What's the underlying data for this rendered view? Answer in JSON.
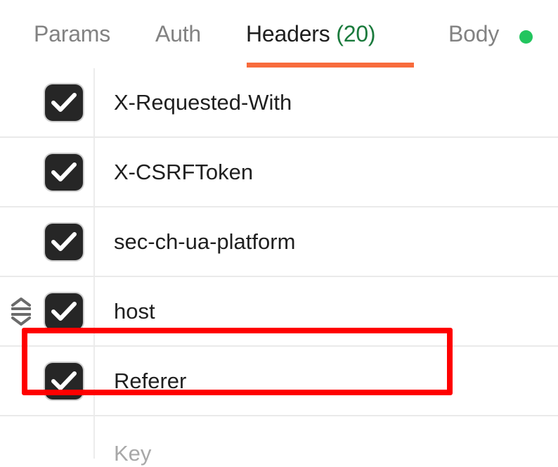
{
  "tabs": [
    {
      "id": "params",
      "label": "Params",
      "active": false,
      "count": null,
      "dot": false
    },
    {
      "id": "auth",
      "label": "Auth",
      "active": false,
      "count": null,
      "dot": false
    },
    {
      "id": "headers",
      "label": "Headers",
      "active": true,
      "count": "(20)",
      "dot": false
    },
    {
      "id": "body",
      "label": "Body",
      "active": false,
      "count": null,
      "dot": true
    }
  ],
  "colors": {
    "active_tab_underline": "#f86b3c",
    "count_green": "#1a7a3c",
    "body_dot_green": "#22c55e",
    "checkbox_fill": "#262626",
    "highlight_red": "#ff0000",
    "row_divider": "#eaeaea",
    "placeholder_text": "#a8a8a8",
    "inactive_tab_text": "#828282",
    "active_tab_text": "#1f1f1f"
  },
  "header_rows": [
    {
      "key": "X-Requested-With",
      "checked": true,
      "placeholder": false,
      "drag_handle": false
    },
    {
      "key": "X-CSRFToken",
      "checked": true,
      "placeholder": false,
      "drag_handle": false
    },
    {
      "key": "sec-ch-ua-platform",
      "checked": true,
      "placeholder": false,
      "drag_handle": false
    },
    {
      "key": "host",
      "checked": true,
      "placeholder": false,
      "drag_handle": true
    },
    {
      "key": "Referer",
      "checked": true,
      "placeholder": false,
      "drag_handle": false
    },
    {
      "key": "Key",
      "checked": false,
      "placeholder": true,
      "drag_handle": false
    }
  ],
  "annotation": {
    "target_row_key": "Referer",
    "shape": "rectangle",
    "color": "#ff0000"
  }
}
